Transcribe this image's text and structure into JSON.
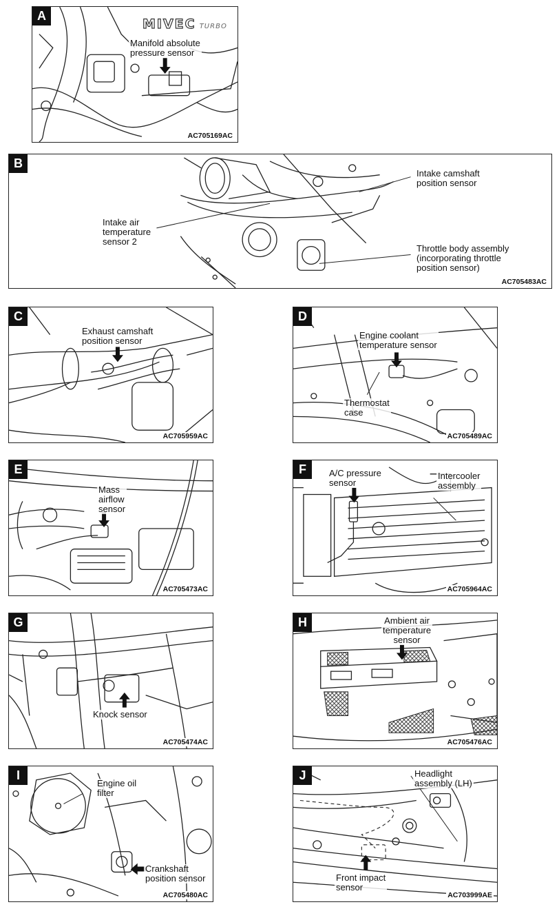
{
  "panels": {
    "A": {
      "letter": "A",
      "code": "AC705169AC",
      "brand_main": "MIVEC",
      "brand_sub": "TURBO",
      "labels": [
        "Manifold absolute\npressure sensor"
      ]
    },
    "B": {
      "letter": "B",
      "code": "AC705483AC",
      "labels": [
        "Intake camshaft\nposition sensor",
        "Intake air\ntemperature\nsensor 2",
        "Throttle body assembly\n(incorporating throttle\nposition sensor)"
      ]
    },
    "C": {
      "letter": "C",
      "code": "AC705959AC",
      "labels": [
        "Exhaust camshaft\nposition sensor"
      ]
    },
    "D": {
      "letter": "D",
      "code": "AC705489AC",
      "labels": [
        "Engine coolant\ntemperature sensor",
        "Thermostat\ncase"
      ]
    },
    "E": {
      "letter": "E",
      "code": "AC705473AC",
      "labels": [
        "Mass\nairflow\nsensor"
      ]
    },
    "F": {
      "letter": "F",
      "code": "AC705964AC",
      "labels": [
        "A/C pressure\nsensor",
        "Intercooler\nassembly"
      ]
    },
    "G": {
      "letter": "G",
      "code": "AC705474AC",
      "labels": [
        "Knock sensor"
      ]
    },
    "H": {
      "letter": "H",
      "code": "AC705476AC",
      "labels": [
        "Ambient air\ntemperature\nsensor"
      ]
    },
    "I": {
      "letter": "I",
      "code": "AC705480AC",
      "labels": [
        "Engine oil\nfilter",
        "Crankshaft\nposition sensor"
      ]
    },
    "J": {
      "letter": "J",
      "code": "AC703999AE",
      "labels": [
        "Headlight\nassembly (LH)",
        "Front impact\nsensor"
      ]
    }
  }
}
